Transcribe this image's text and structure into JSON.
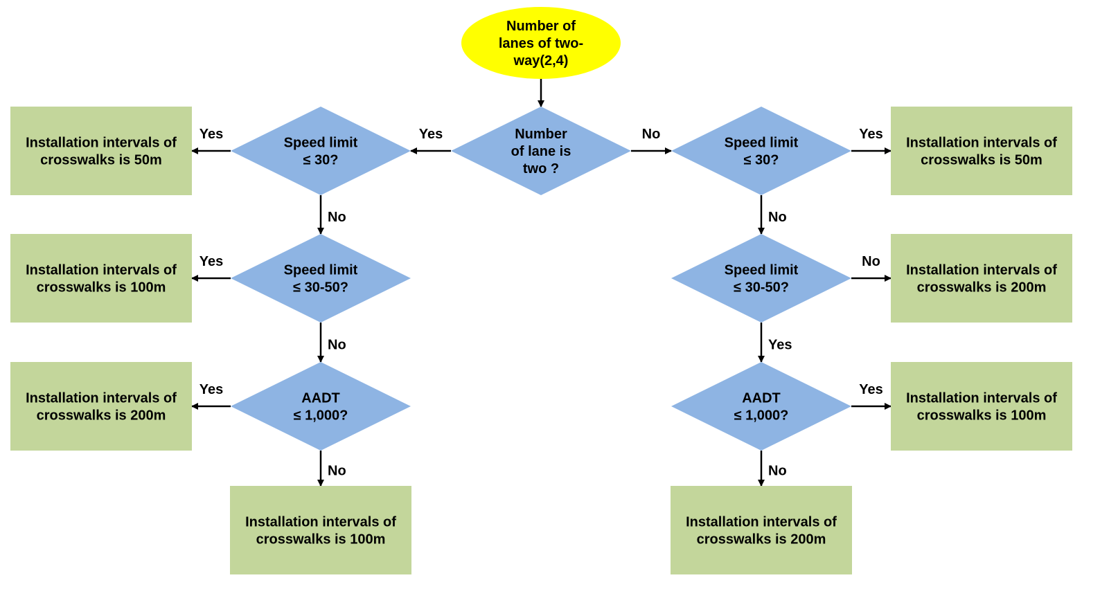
{
  "colors": {
    "start": "#ffff00",
    "decision": "#8eb4e3",
    "result": "#c3d69b",
    "line": "#000000"
  },
  "nodes": [
    {
      "id": "start",
      "shape": "ellipse",
      "lines": [
        "Number of",
        "lanes of two-",
        "way(2,4)"
      ]
    },
    {
      "id": "lanes",
      "shape": "diamond",
      "lines": [
        "Number",
        "of lane is",
        "two ?"
      ]
    },
    {
      "id": "l1",
      "shape": "diamond",
      "lines": [
        "Speed limit",
        "≤ 30?"
      ]
    },
    {
      "id": "l2",
      "shape": "diamond",
      "lines": [
        "Speed limit",
        "≤ 30-50?"
      ]
    },
    {
      "id": "l3",
      "shape": "diamond",
      "lines": [
        "AADT",
        "≤ 1,000?"
      ]
    },
    {
      "id": "r1",
      "shape": "diamond",
      "lines": [
        "Speed limit",
        "≤ 30?"
      ]
    },
    {
      "id": "r2",
      "shape": "diamond",
      "lines": [
        "Speed limit",
        "≤ 30-50?"
      ]
    },
    {
      "id": "r3",
      "shape": "diamond",
      "lines": [
        "AADT",
        "≤ 1,000?"
      ]
    },
    {
      "id": "lb1",
      "shape": "rect",
      "lines": [
        "Installation intervals of",
        "crosswalks is 50m"
      ]
    },
    {
      "id": "lb2",
      "shape": "rect",
      "lines": [
        "Installation intervals of",
        "crosswalks is 100m"
      ]
    },
    {
      "id": "lb3",
      "shape": "rect",
      "lines": [
        "Installation intervals of",
        "crosswalks is 200m"
      ]
    },
    {
      "id": "lb4",
      "shape": "rect",
      "lines": [
        "Installation intervals of",
        "crosswalks is 100m"
      ]
    },
    {
      "id": "rb1",
      "shape": "rect",
      "lines": [
        "Installation intervals of",
        "crosswalks is 50m"
      ]
    },
    {
      "id": "rb2",
      "shape": "rect",
      "lines": [
        "Installation intervals of",
        "crosswalks is 200m"
      ]
    },
    {
      "id": "rb3",
      "shape": "rect",
      "lines": [
        "Installation intervals of",
        "crosswalks is 100m"
      ]
    },
    {
      "id": "rb4",
      "shape": "rect",
      "lines": [
        "Installation intervals of",
        "crosswalks is 200m"
      ]
    }
  ],
  "edges": [
    {
      "from": "start",
      "to": "lanes",
      "label": ""
    },
    {
      "from": "lanes",
      "to": "l1",
      "label": "Yes"
    },
    {
      "from": "lanes",
      "to": "r1",
      "label": "No"
    },
    {
      "from": "l1",
      "to": "lb1",
      "label": "Yes"
    },
    {
      "from": "l1",
      "to": "l2",
      "label": "No"
    },
    {
      "from": "l2",
      "to": "lb2",
      "label": "Yes"
    },
    {
      "from": "l2",
      "to": "l3",
      "label": "No"
    },
    {
      "from": "l3",
      "to": "lb3",
      "label": "Yes"
    },
    {
      "from": "l3",
      "to": "lb4",
      "label": "No"
    },
    {
      "from": "r1",
      "to": "rb1",
      "label": "Yes"
    },
    {
      "from": "r1",
      "to": "r2",
      "label": "No"
    },
    {
      "from": "r2",
      "to": "rb2",
      "label": "No"
    },
    {
      "from": "r2",
      "to": "r3",
      "label": "Yes"
    },
    {
      "from": "r3",
      "to": "rb3",
      "label": "Yes"
    },
    {
      "from": "r3",
      "to": "rb4",
      "label": "No"
    }
  ]
}
